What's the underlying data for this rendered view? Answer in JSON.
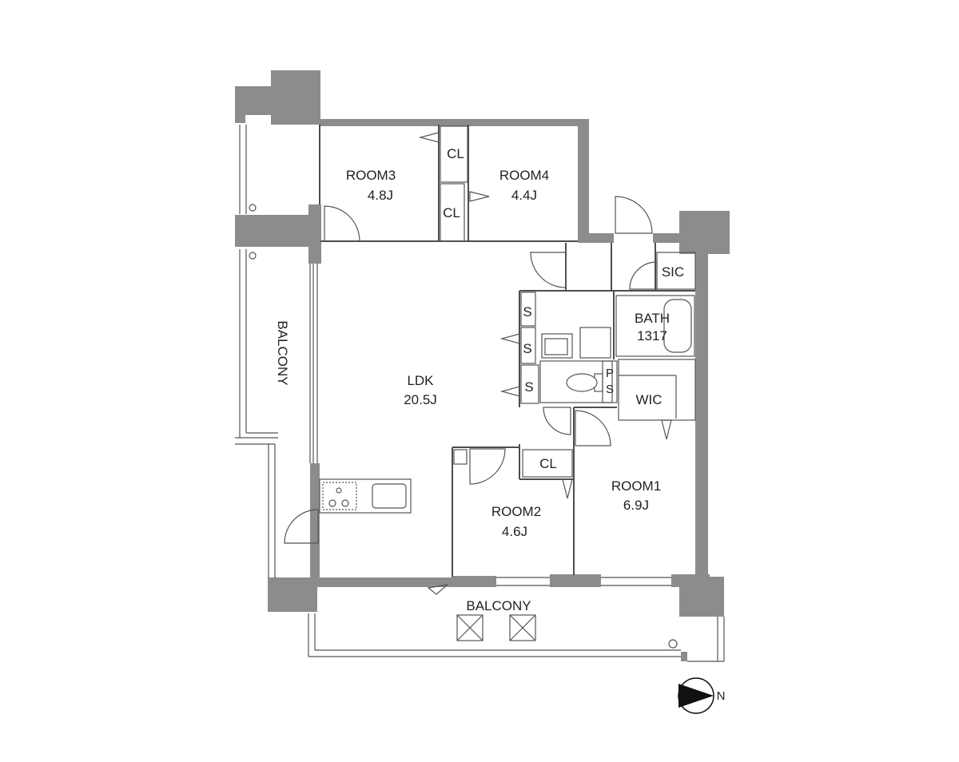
{
  "rooms": {
    "room3": {
      "name": "ROOM3",
      "area": "4.8J"
    },
    "room4": {
      "name": "ROOM4",
      "area": "4.4J"
    },
    "ldk": {
      "name": "LDK",
      "area": "20.5J"
    },
    "room2": {
      "name": "ROOM2",
      "area": "4.6J"
    },
    "room1": {
      "name": "ROOM1",
      "area": "6.9J"
    },
    "bath": {
      "name": "BATH",
      "size": "1317"
    }
  },
  "storage": {
    "cl_top": "CL",
    "cl_mid": "CL",
    "cl_room2": "CL",
    "sic": "SIC",
    "wic": "WIC",
    "s1": "S",
    "s2": "S",
    "s3": "S",
    "ps_p": "P",
    "ps_s": "S"
  },
  "balconies": {
    "west": "BALCONY",
    "south": "BALCONY"
  },
  "compass": {
    "label": "N"
  },
  "colors": {
    "wall": "#8c8c8c",
    "line": "#4d4d4d"
  }
}
